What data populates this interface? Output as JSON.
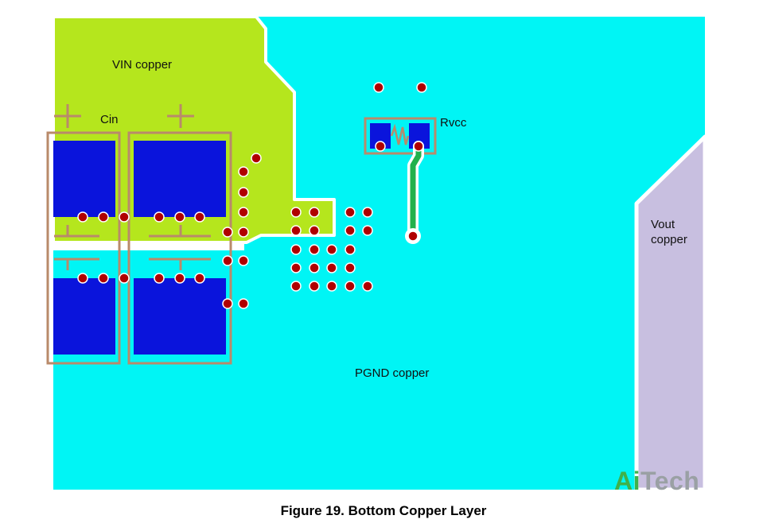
{
  "labels": {
    "vin": "VIN copper",
    "cin": "Cin",
    "rvcc": "Rvcc",
    "vout_line1": "Vout",
    "vout_line2": "copper",
    "pgnd": "PGND copper"
  },
  "caption": "Figure 19. Bottom Copper Layer",
  "watermark": {
    "part1": "Ai",
    "part2": "Tech"
  },
  "colors": {
    "pgnd": "#00f5f5",
    "vin": "#b5e61d",
    "vout": "#c8bfe0",
    "pad": "#0a14dc",
    "via": "#b00000",
    "outline": "#b98a6a",
    "trace": "#22b14c",
    "clearance": "#ffffff"
  }
}
